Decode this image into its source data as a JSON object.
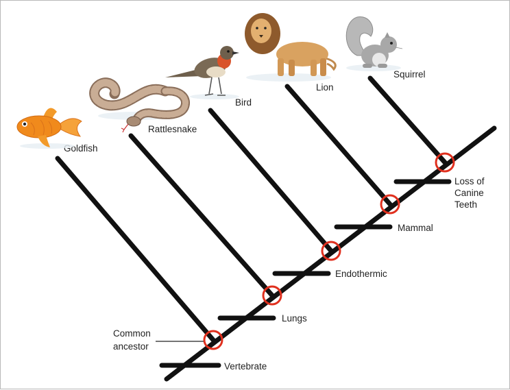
{
  "taxa": [
    {
      "name": "Goldfish",
      "icon": "goldfish-icon"
    },
    {
      "name": "Rattlesnake",
      "icon": "rattlesnake-icon"
    },
    {
      "name": "Bird",
      "icon": "bird-icon"
    },
    {
      "name": "Lion",
      "icon": "lion-icon"
    },
    {
      "name": "Squirrel",
      "icon": "squirrel-icon"
    }
  ],
  "characters": [
    {
      "name": "Vertebrate"
    },
    {
      "name": "Lungs"
    },
    {
      "name": "Endothermic"
    },
    {
      "name": "Mammal"
    },
    {
      "name": "Loss of Canine Teeth",
      "lines": [
        "Loss of",
        "Canine",
        "Teeth"
      ]
    }
  ],
  "common_ancestor": {
    "lines": [
      "Common",
      "ancestor"
    ]
  },
  "colors": {
    "branch": "#111111",
    "node_circle": "#e0301e",
    "goldfish": "#f08a1c",
    "snake": "#b89a82",
    "bird": "#7a6a55",
    "lion": "#d9a260",
    "squirrel": "#a8a8a8"
  }
}
